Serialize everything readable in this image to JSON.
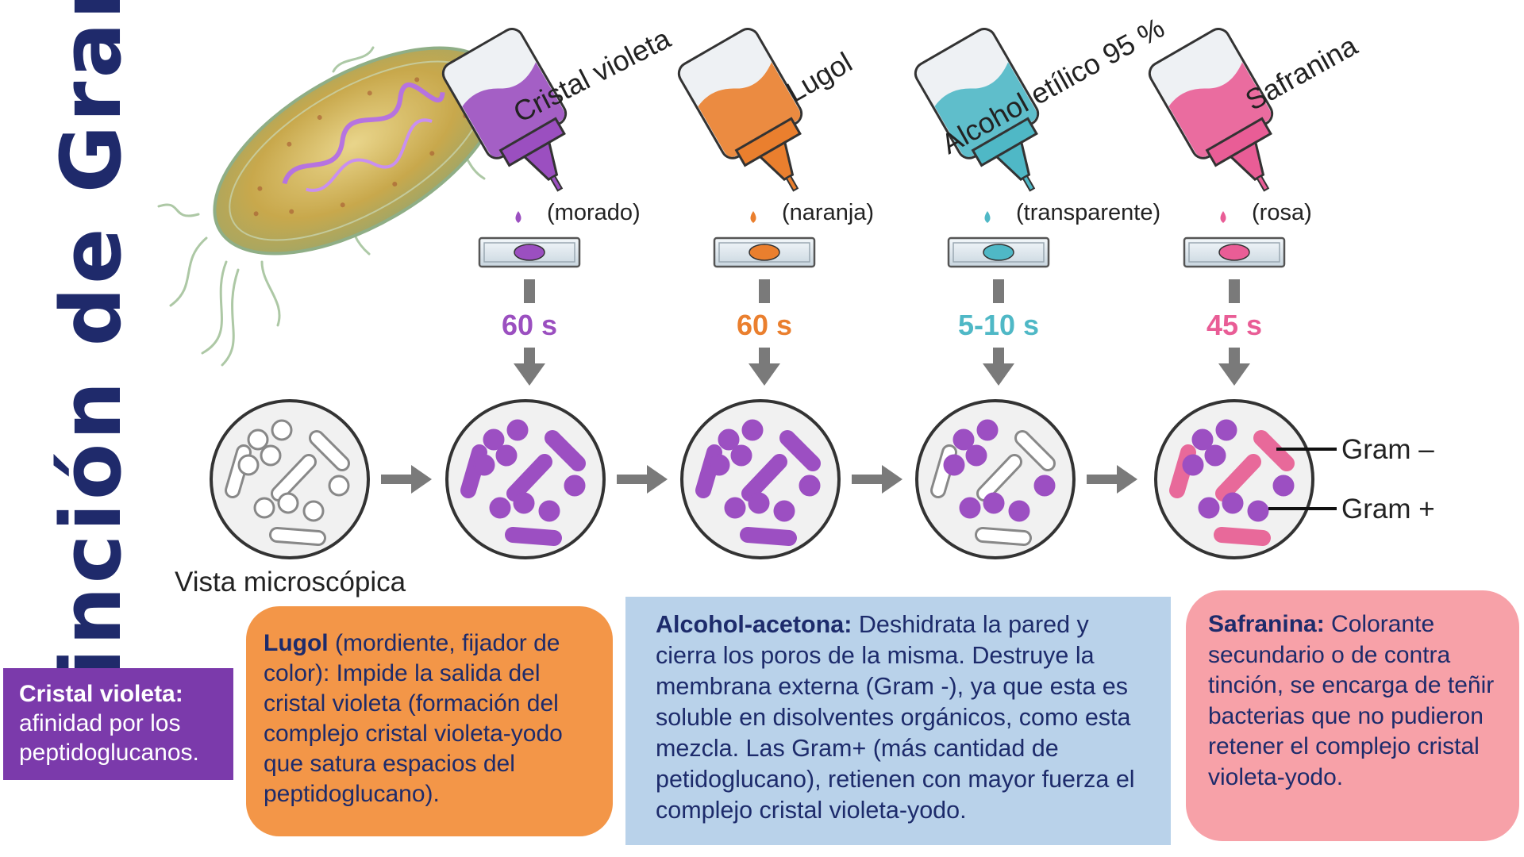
{
  "title": "Tinción de Gram",
  "steps": [
    {
      "reagent": "Cristal violeta",
      "color_name": "(morado)",
      "time": "60 s",
      "color": "#9b4fc0"
    },
    {
      "reagent": "Lugol",
      "color_name": "(naranja)",
      "time": "60 s",
      "color": "#ea7f2e"
    },
    {
      "reagent": "Alcohol etílico 95 %",
      "color_name": "(transparente)",
      "time": "5-10 s",
      "color": "#4fb8c6"
    },
    {
      "reagent": "Safranina",
      "color_name": "(rosa)",
      "time": "45 s",
      "color": "#e95d96"
    }
  ],
  "labels": {
    "microscopic_view": "Vista microscópica",
    "gram_negative": "Gram –",
    "gram_positive": "Gram +"
  },
  "boxes": {
    "cristal_violeta": {
      "heading": "Cristal violeta:",
      "text": "afinidad por los peptidoglucanos."
    },
    "lugol": {
      "heading": "Lugol",
      "text": " (mordiente, fijador de color): Impide la salida del cristal violeta (formación del complejo cristal violeta-yodo que satura espacios del peptidoglucano)."
    },
    "alcohol": {
      "heading": "Alcohol-acetona:",
      "text": " Deshidrata la pared y cierra los poros de la misma. Destruye la membrana externa (Gram -), ya que esta es soluble en disolventes orgánicos, como esta mezcla. Las Gram+ (más cantidad de petidoglucano), retienen con mayor fuerza el complejo cristal violeta-yodo."
    },
    "safranina": {
      "heading": "Safranina:",
      "text": " Colorante secundario o de contra tinción, se encarga de teñir bacterias que no pudieron retener el complejo cristal violeta-yodo."
    }
  },
  "colors": {
    "title": "#1f2a6b",
    "box_text": "#1d2b6b",
    "purple_box": "#7b3aab",
    "orange_box": "#f39648",
    "blue_box": "#b9d2ea",
    "pink_box": "#f7a1a8",
    "gram_positive_cell": "#9c4fc2",
    "gram_negative_cell": "#e8699a",
    "arrow": "#7a7a7a"
  }
}
